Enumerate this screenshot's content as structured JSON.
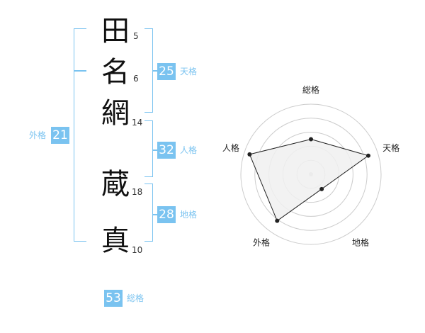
{
  "name": {
    "characters": [
      {
        "char": "田",
        "strokes": "5"
      },
      {
        "char": "名",
        "strokes": "6"
      },
      {
        "char": "網",
        "strokes": "14"
      },
      {
        "char": "蔵",
        "strokes": "18"
      },
      {
        "char": "真",
        "strokes": "10"
      }
    ]
  },
  "fortune": {
    "tenkaku": {
      "value": "25",
      "label": "天格"
    },
    "jinkaku": {
      "value": "32",
      "label": "人格"
    },
    "chikaku": {
      "value": "28",
      "label": "地格"
    },
    "gaikaku": {
      "value": "21",
      "label": "外格"
    },
    "soukaku": {
      "value": "53",
      "label": "総格"
    }
  },
  "colors": {
    "accent": "#7ac3f0",
    "radar_fill": "#f0f0f0",
    "grid": "#cccccc"
  },
  "chart_data": {
    "type": "radar",
    "axes": [
      "総格",
      "天格",
      "地格",
      "外格",
      "人格"
    ],
    "values": [
      2.5,
      4.3,
      1.3,
      4.1,
      4.6
    ],
    "max": 5,
    "rings": 5
  }
}
